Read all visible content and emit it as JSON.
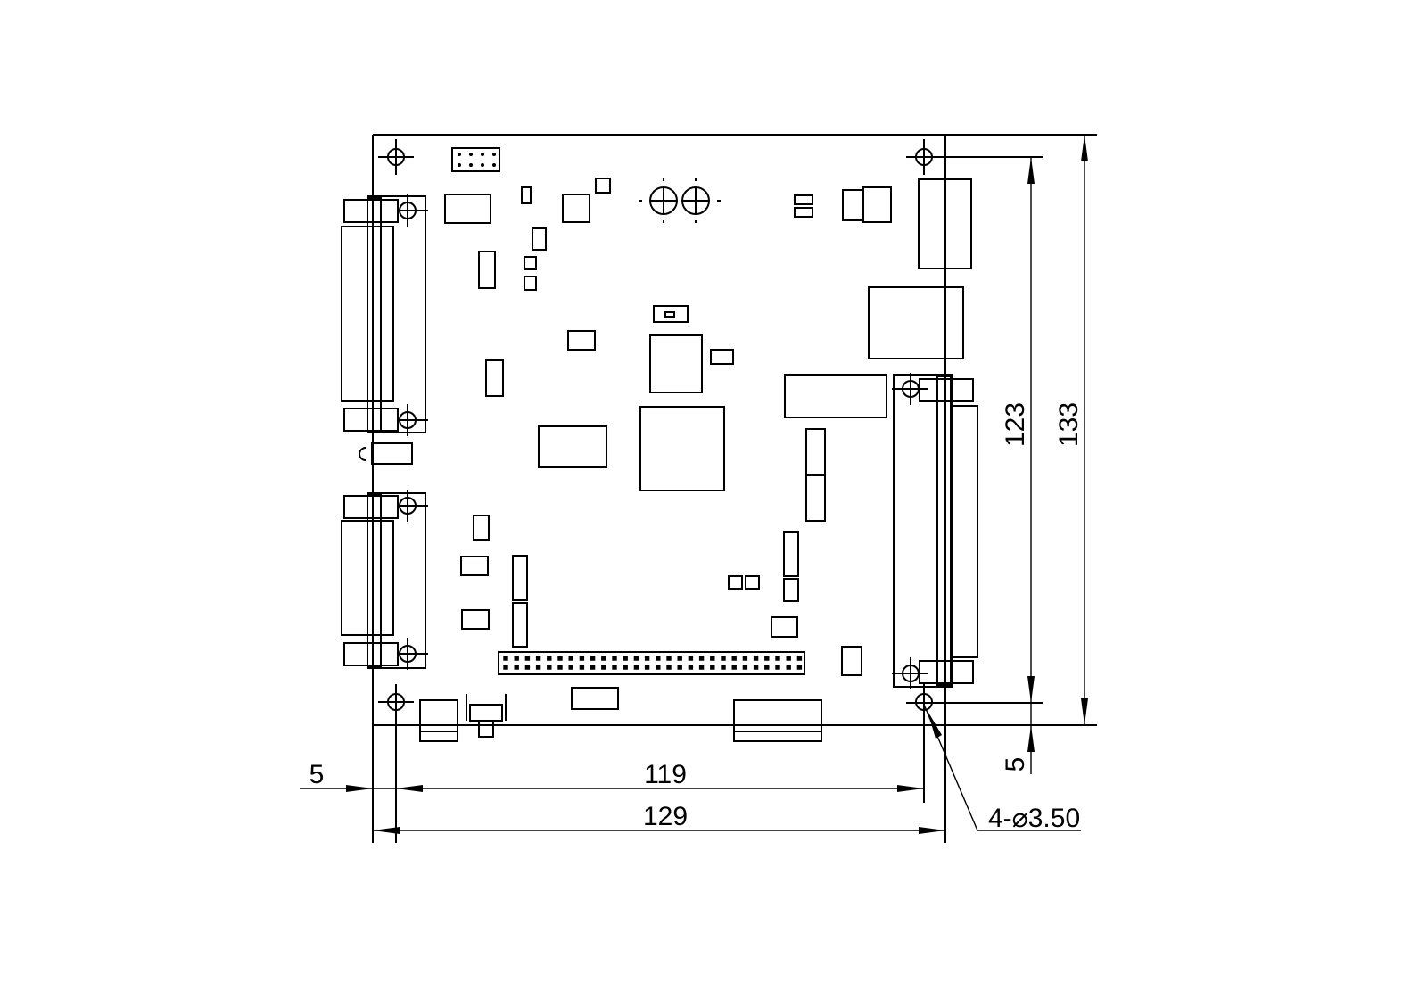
{
  "dimensions": {
    "left_offset": "5",
    "hole_spacing_x": "119",
    "board_width": "129",
    "hole_spacing_y": "123",
    "board_height": "133",
    "bottom_offset": "5",
    "hole_callout": "4-⌀3.50"
  }
}
